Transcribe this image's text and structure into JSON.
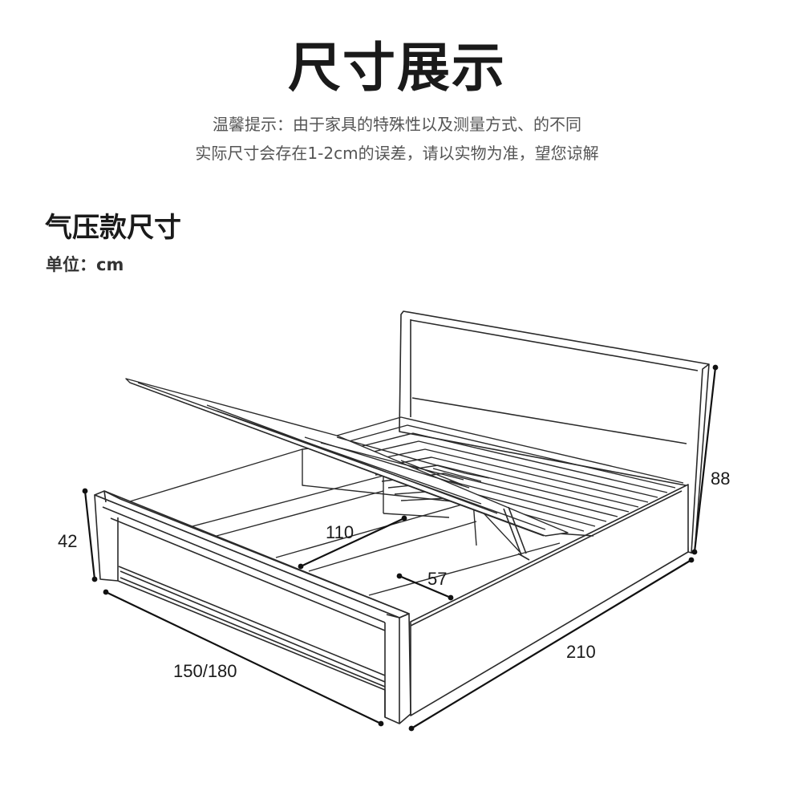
{
  "header": {
    "title": "尺寸展示",
    "tip_line1": "温馨提示：由于家具的特殊性以及测量方式、的不同",
    "tip_line2": "实际尺寸会存在1-2cm的误差，请以实物为准，望您谅解"
  },
  "section": {
    "title": "气压款尺寸",
    "unit": "单位：cm"
  },
  "dimensions": {
    "headboard_height": "88",
    "footboard_height": "42",
    "width": "150/180",
    "length": "210",
    "inner_length": "110",
    "inner_width": "57"
  }
}
